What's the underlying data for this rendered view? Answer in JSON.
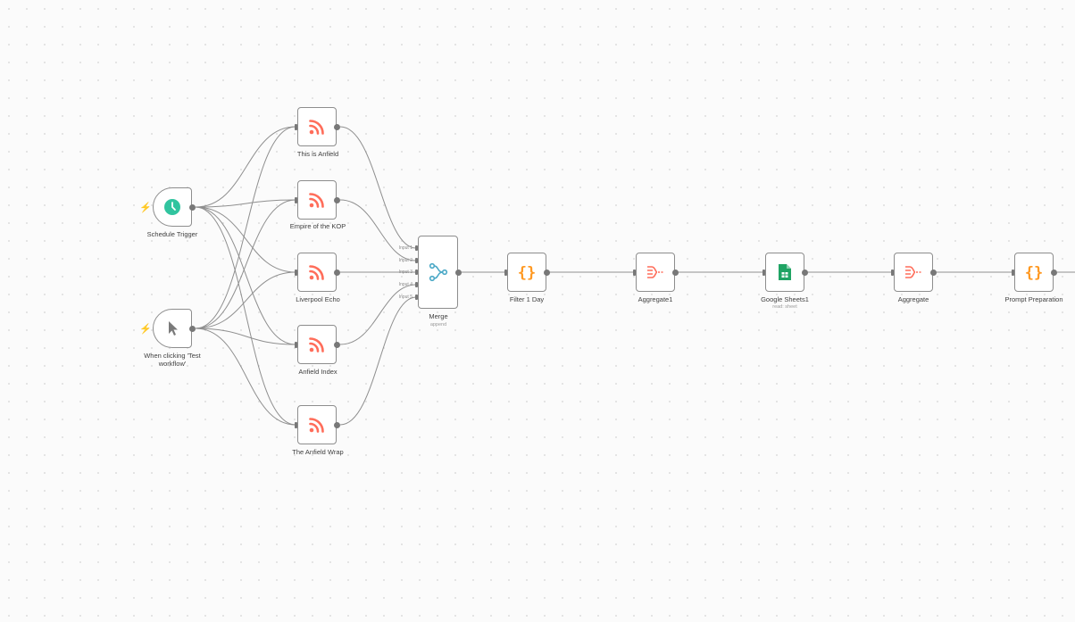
{
  "colors": {
    "rss": "#ff6d5a",
    "code": "#ff9922",
    "aggregate": "#ff6d5a",
    "merge": "#4aa8c6",
    "sheets": "#20a464",
    "schedule": "#31c49f",
    "trigger_bolt": "#ff6d5a"
  },
  "nodes": {
    "schedule_trigger": {
      "label": "Schedule Trigger",
      "icon": "clock-icon"
    },
    "manual_trigger": {
      "label": "When clicking 'Test workflow'",
      "icon": "cursor-icon"
    },
    "rss1": {
      "label": "This is Anfield",
      "icon": "rss-icon"
    },
    "rss2": {
      "label": "Empire of the KOP",
      "icon": "rss-icon"
    },
    "rss3": {
      "label": "Liverpool Echo",
      "icon": "rss-icon"
    },
    "rss4": {
      "label": "Anfield Index",
      "icon": "rss-icon"
    },
    "rss5": {
      "label": "The Anfield Wrap",
      "icon": "rss-icon"
    },
    "merge": {
      "label": "Merge",
      "sublabel": "append",
      "icon": "merge-icon",
      "inputs": [
        "Input 1",
        "Input 2",
        "Input 3",
        "Input 4",
        "Input 5"
      ]
    },
    "filter": {
      "label": "Filter 1 Day",
      "icon": "braces-icon"
    },
    "aggregate1": {
      "label": "Aggregate1",
      "icon": "aggregate-icon"
    },
    "sheets": {
      "label": "Google Sheets1",
      "sublabel": "read: sheet",
      "icon": "sheets-icon"
    },
    "aggregate": {
      "label": "Aggregate",
      "icon": "aggregate-icon"
    },
    "prompt": {
      "label": "Prompt Preparation",
      "icon": "braces-icon"
    }
  }
}
